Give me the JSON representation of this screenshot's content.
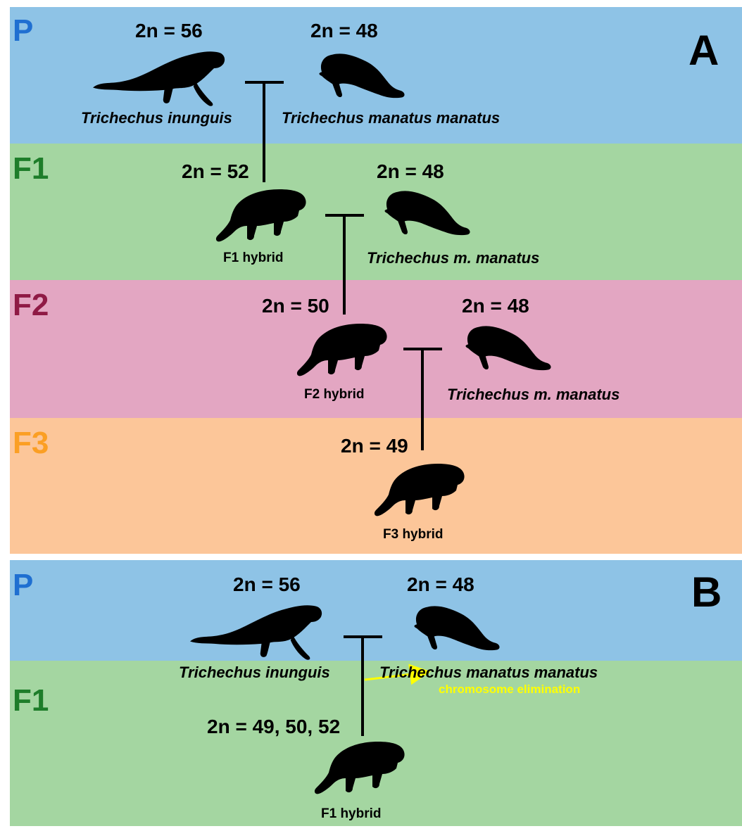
{
  "colors": {
    "band_p": "#8ec3e6",
    "band_f1": "#a4d6a1",
    "band_f2": "#e3a6c2",
    "band_f3": "#fcc699",
    "label_p": "#1f6fd1",
    "label_f1": "#1e7d2a",
    "label_f2": "#8f1a45",
    "label_f3": "#fb9f24",
    "silhouette": "#000000",
    "annotation": "#ffff00"
  },
  "icons": {
    "inunguis": "manatee-inunguis-silhouette-icon",
    "manatus": "manatee-manatus-silhouette-icon",
    "hybrid": "manatee-hybrid-silhouette-icon",
    "arrow": "arrow-right-icon"
  },
  "panel_a": {
    "letter": "A",
    "generations": {
      "p": "P",
      "f1": "F1",
      "f2": "F2",
      "f3": "F3"
    },
    "p": {
      "left_count": "2n = 56",
      "right_count": "2n = 48",
      "left_species": "Trichechus inunguis",
      "right_species": "Trichechus manatus manatus"
    },
    "f1": {
      "hybrid_count": "2n = 52",
      "partner_count": "2n = 48",
      "hybrid_label": "F1 hybrid",
      "partner_species": "Trichechus m. manatus"
    },
    "f2": {
      "hybrid_count": "2n = 50",
      "partner_count": "2n = 48",
      "hybrid_label": "F2 hybrid",
      "partner_species": "Trichechus m. manatus"
    },
    "f3": {
      "hybrid_count": "2n = 49",
      "hybrid_label": "F3 hybrid"
    }
  },
  "panel_b": {
    "letter": "B",
    "generations": {
      "p": "P",
      "f1": "F1"
    },
    "p": {
      "left_count": "2n = 56",
      "right_count": "2n = 48",
      "left_species": "Trichechus inunguis",
      "right_species": "Trichechus manatus manatus"
    },
    "annotation": "chromosome elimination",
    "f1": {
      "hybrid_count": "2n = 49, 50, 52",
      "hybrid_label": "F1 hybrid"
    }
  }
}
